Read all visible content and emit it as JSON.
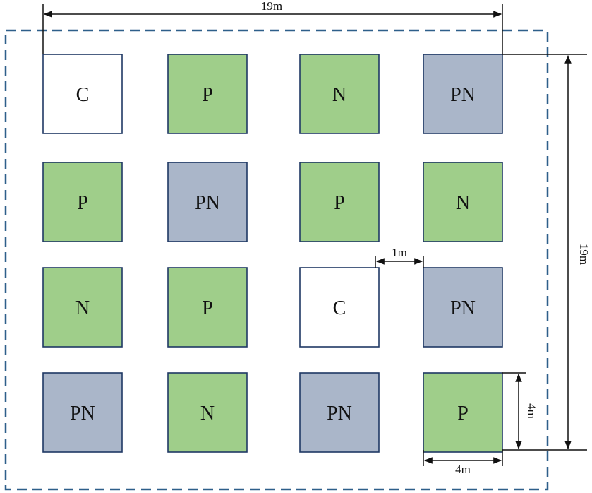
{
  "colors": {
    "P": "#9fce8a",
    "N": "#9fce8a",
    "PN": "#aab6c9",
    "C": "#ffffff",
    "stroke": "#1f3864",
    "dashed_border": "#2e5f8a",
    "dimension_line": "#111111"
  },
  "plots": [
    [
      "C",
      "P",
      "N",
      "PN"
    ],
    [
      "P",
      "PN",
      "P",
      "N"
    ],
    [
      "N",
      "P",
      "C",
      "PN"
    ],
    [
      "PN",
      "N",
      "PN",
      "P"
    ]
  ],
  "dimensions": {
    "total_width": "19m",
    "total_height": "19m",
    "gap": "1m",
    "plot_height": "4m",
    "plot_width": "4m"
  }
}
